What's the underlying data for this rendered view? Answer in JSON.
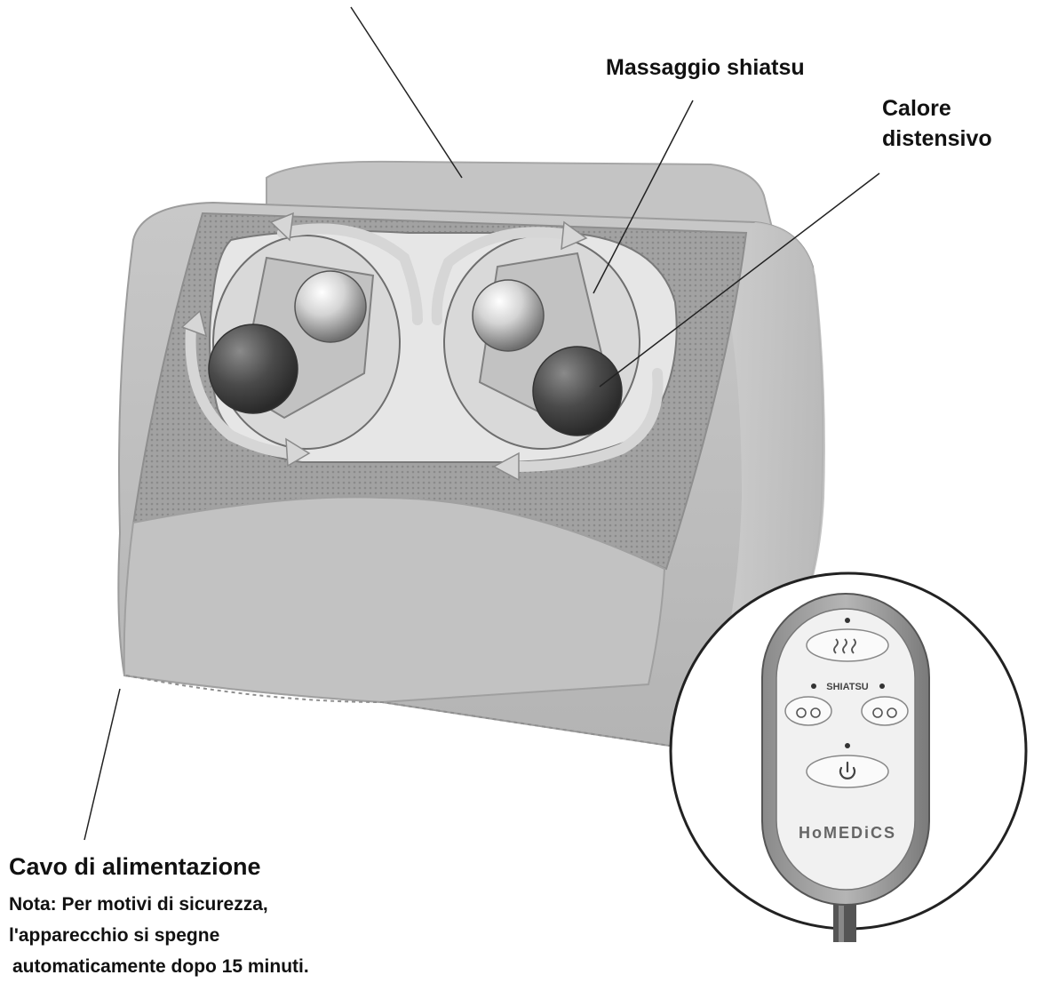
{
  "labels": {
    "massage": "Massaggio shiatsu",
    "heat_line1": "Calore",
    "heat_line2": "distensivo",
    "cord": "Cavo di alimentazione",
    "note_line1": "Nota: Per motivi di sicurezza,",
    "note_line2": "l'apparecchio si spegne",
    "note_line3": "automaticamente dopo 15 minuti."
  },
  "remote": {
    "mode_label": "SHIATSU",
    "heat_icon": "heat-waves-icon",
    "power_icon": "power-icon",
    "brand": "HoMEDiCS"
  },
  "colors": {
    "fabric": "#bdbdbd",
    "mesh": "#9a9a9a",
    "node_dark": "#4a4a4a",
    "arrow": "#d8d8d8"
  }
}
